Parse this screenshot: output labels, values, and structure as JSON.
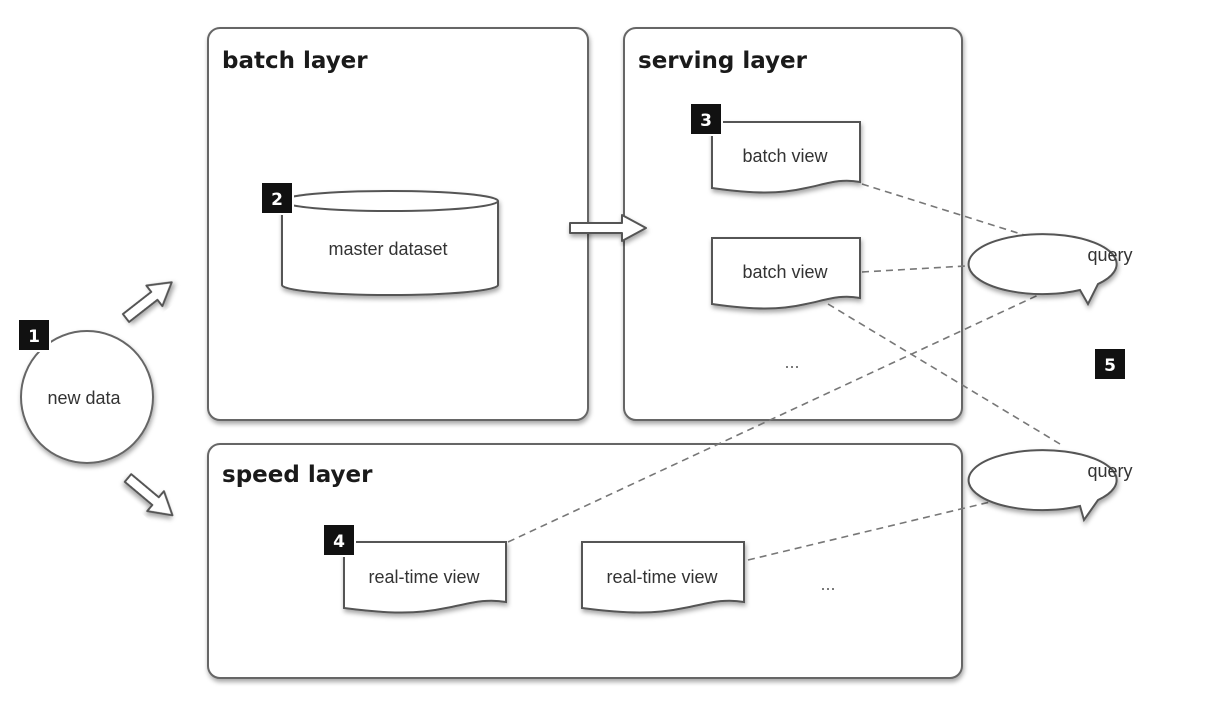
{
  "layers": {
    "batch": {
      "title": "batch layer"
    },
    "serving": {
      "title": "serving layer"
    },
    "speed": {
      "title": "speed layer"
    }
  },
  "nodes": {
    "new_data": "new data",
    "master_dataset": "master dataset",
    "batch_view_1": "batch view",
    "batch_view_2": "batch view",
    "serving_more": "...",
    "realtime_view_1": "real-time view",
    "realtime_view_2": "real-time view",
    "speed_more": "...",
    "query_1": "query",
    "query_2": "query"
  },
  "badges": {
    "b1": "1",
    "b2": "2",
    "b3": "3",
    "b4": "4",
    "b5": "5"
  },
  "colors": {
    "stroke": "#555555",
    "badge": "#111111",
    "dashed": "#777777",
    "fill": "#ffffff"
  }
}
